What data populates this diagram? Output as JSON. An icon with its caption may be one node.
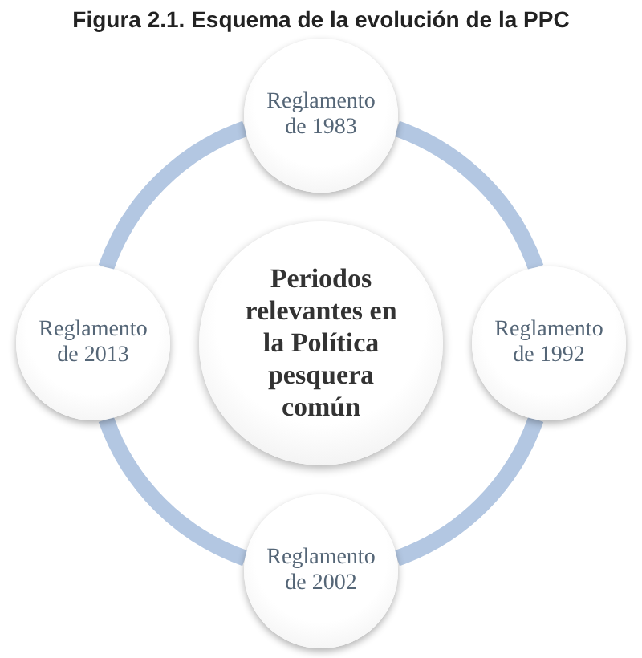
{
  "diagram": {
    "title": "Figura 2.1. Esquema de la evolución de la PPC",
    "nodes": [
      {
        "text": [
          "Periodos relevantes en la Política pesquera común"
        ]
      },
      {
        "text": [
          "Reglamento de 1983"
        ]
      },
      {
        "text": [
          "Reglamento de 1992"
        ]
      },
      {
        "text": [
          "Reglamento de 2002"
        ]
      },
      {
        "text": [
          "Reglamento de 2013"
        ]
      }
    ],
    "edges": [
      {
        "from": 1,
        "to": 2,
        "arrow": "none"
      },
      {
        "from": 2,
        "to": 3,
        "arrow": "none"
      },
      {
        "from": 3,
        "to": 4,
        "arrow": "none"
      },
      {
        "from": 4,
        "to": 1,
        "arrow": "none"
      }
    ]
  }
}
